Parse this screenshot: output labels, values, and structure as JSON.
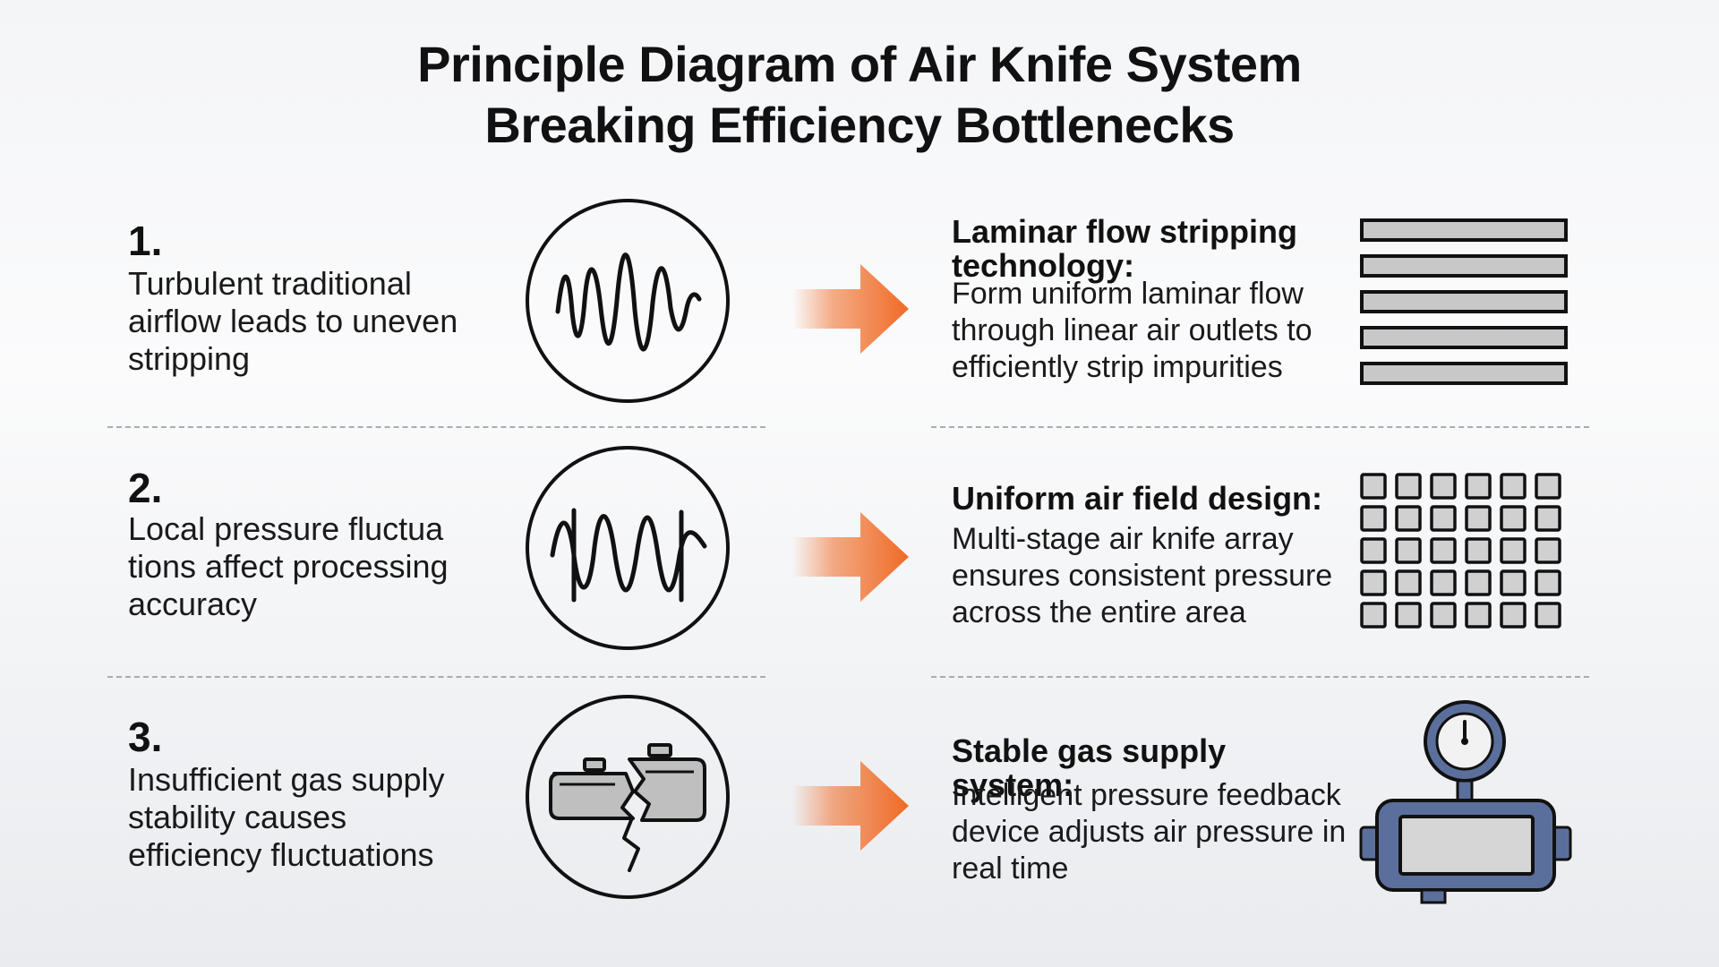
{
  "title": {
    "line1": "Principle Diagram of Air Knife System",
    "line2": "Breaking Efficiency Bottlenecks"
  },
  "rows": [
    {
      "number": "1.",
      "problem": "Turbulent traditional airflow leads to uneven stripping",
      "problem_icon": "turbulent-wave-icon",
      "solution_title": "Laminar flow stripping technology:",
      "solution_text": "Form uniform laminar flow through linear air outlets to efficiently strip impurities",
      "solution_icon": "laminar-lines-icon"
    },
    {
      "number": "2.",
      "problem": "Local pressure fluctua tions affect processing accuracy",
      "problem_icon": "pressure-fluctuation-icon",
      "solution_title": "Uniform air field design:",
      "solution_text": "Multi-stage air knife array ensures consistent pressure across the entire area",
      "solution_icon": "grid-array-icon"
    },
    {
      "number": "3.",
      "problem": "Insufficient gas supply stability causes efficiency fluctuations",
      "problem_icon": "broken-tank-icon",
      "solution_title": "Stable gas supply system:",
      "solution_text": "Intelligent pressure feedback device adjusts air pressure in real time",
      "solution_icon": "pressure-gauge-device-icon"
    }
  ],
  "colors": {
    "arrow": "#f06a24",
    "icon_stroke": "#111111",
    "bar_fill": "#c8c8c8",
    "device_blue": "#5b6f9c",
    "device_fill": "#d6d6d6",
    "divider": "#a9acb1"
  }
}
